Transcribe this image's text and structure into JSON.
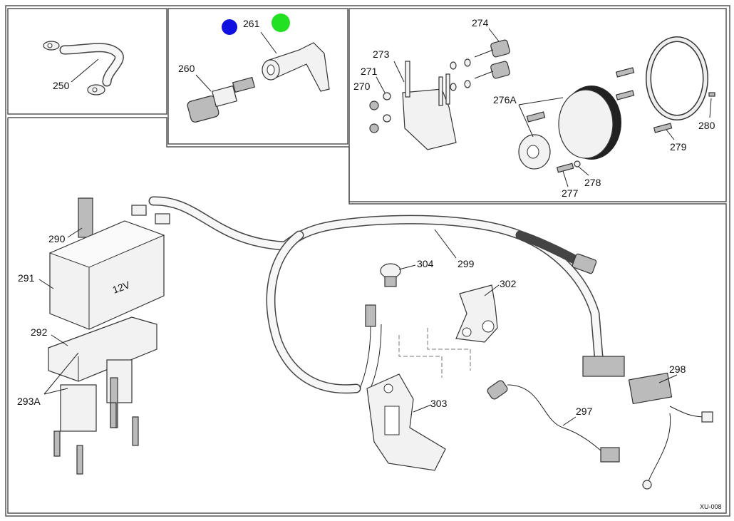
{
  "diagram": {
    "code": "XU-008",
    "colors": {
      "marker_blue": "#1010e0",
      "marker_green": "#22e022"
    },
    "labels": {
      "p250": "250",
      "p260": "260",
      "p261": "261",
      "p270": "270",
      "p271": "271",
      "p273": "273",
      "p274": "274",
      "p276A": "276A",
      "p277": "277",
      "p278": "278",
      "p279": "279",
      "p280": "280",
      "p290": "290",
      "p291": "291",
      "p292": "292",
      "p293A": "293A",
      "p297": "297",
      "p298": "298",
      "p299": "299",
      "p302": "302",
      "p303": "303",
      "p304": "304"
    },
    "battery_text": "12V"
  }
}
